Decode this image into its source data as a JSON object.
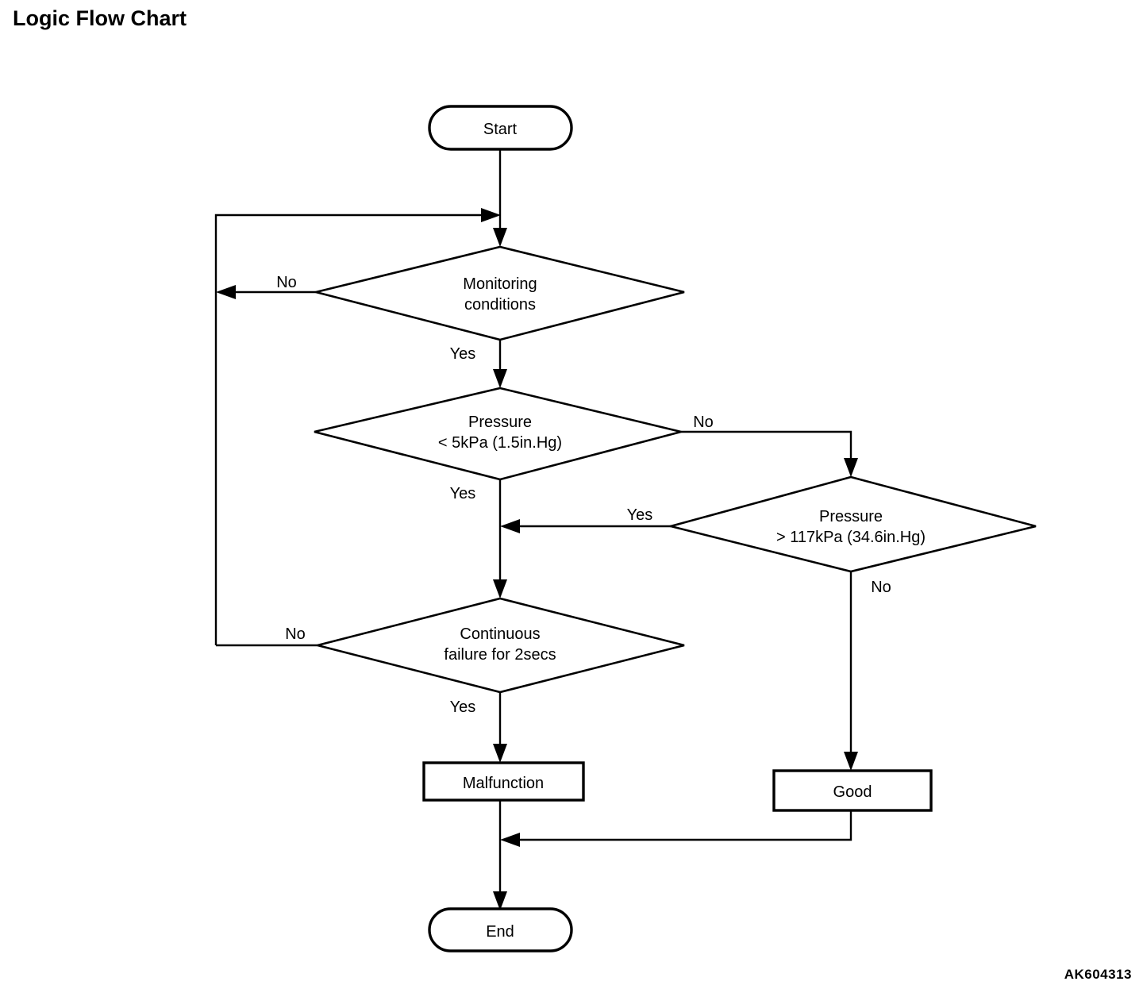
{
  "page": {
    "title": "Logic Flow Chart",
    "figure_code": "AK604313",
    "background_color": "#ffffff",
    "line_color": "#000000"
  },
  "chart_data": {
    "type": "diagram",
    "subtype": "flowchart",
    "title": "Logic Flow Chart",
    "nodes": [
      {
        "id": "start",
        "shape": "terminal",
        "label": "Start"
      },
      {
        "id": "monitoring",
        "shape": "decision",
        "label_line1": "Monitoring",
        "label_line2": "conditions"
      },
      {
        "id": "pressure_low",
        "shape": "decision",
        "label_line1": "Pressure",
        "label_line2": "< 5kPa (1.5in.Hg)"
      },
      {
        "id": "pressure_high",
        "shape": "decision",
        "label_line1": "Pressure",
        "label_line2": "> 117kPa (34.6in.Hg)"
      },
      {
        "id": "continuous",
        "shape": "decision",
        "label_line1": "Continuous",
        "label_line2": "failure for 2secs"
      },
      {
        "id": "malfunction",
        "shape": "process",
        "label": "Malfunction"
      },
      {
        "id": "good",
        "shape": "process",
        "label": "Good"
      },
      {
        "id": "end",
        "shape": "terminal",
        "label": "End"
      }
    ],
    "edges": [
      {
        "from": "start",
        "to": "monitoring",
        "label": ""
      },
      {
        "from": "monitoring",
        "to": "monitoring",
        "label": "No"
      },
      {
        "from": "monitoring",
        "to": "pressure_low",
        "label": "Yes"
      },
      {
        "from": "pressure_low",
        "to": "pressure_high",
        "label": "No"
      },
      {
        "from": "pressure_low",
        "to": "continuous",
        "label": "Yes"
      },
      {
        "from": "pressure_high",
        "to": "continuous",
        "label": "Yes"
      },
      {
        "from": "pressure_high",
        "to": "good",
        "label": "No"
      },
      {
        "from": "continuous",
        "to": "monitoring",
        "label": "No"
      },
      {
        "from": "continuous",
        "to": "malfunction",
        "label": "Yes"
      },
      {
        "from": "malfunction",
        "to": "end",
        "label": ""
      },
      {
        "from": "good",
        "to": "end",
        "label": ""
      }
    ]
  },
  "nodes": {
    "start": {
      "label": "Start"
    },
    "monitoring": {
      "line1": "Monitoring",
      "line2": "conditions"
    },
    "pressure_low": {
      "line1": "Pressure",
      "line2": "< 5kPa (1.5in.Hg)"
    },
    "pressure_high": {
      "line1": "Pressure",
      "line2": "> 117kPa (34.6in.Hg)"
    },
    "continuous": {
      "line1": "Continuous",
      "line2": "failure for 2secs"
    },
    "malfunction": {
      "label": "Malfunction"
    },
    "good": {
      "label": "Good"
    },
    "end": {
      "label": "End"
    }
  },
  "labels": {
    "monitoring_no": "No",
    "monitoring_yes": "Yes",
    "pressure_low_no": "No",
    "pressure_low_yes": "Yes",
    "pressure_high_yes": "Yes",
    "pressure_high_no": "No",
    "continuous_no": "No",
    "continuous_yes": "Yes"
  }
}
